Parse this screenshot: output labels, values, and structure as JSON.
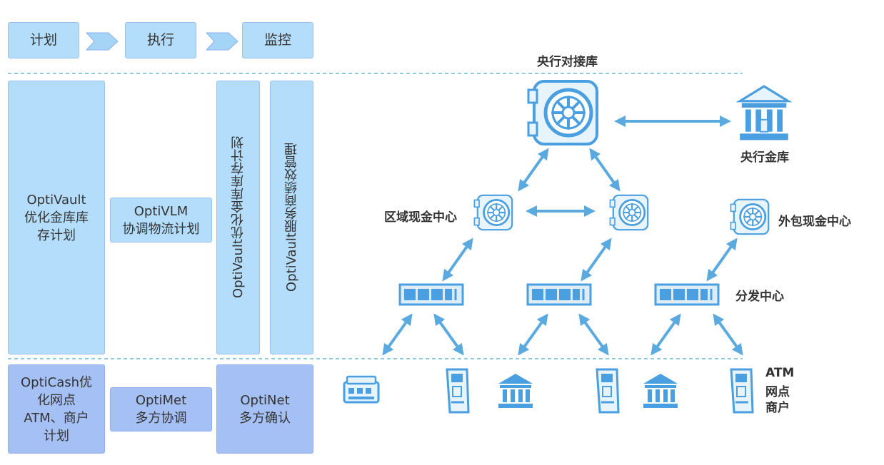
{
  "stages": {
    "plan": "计划",
    "execute": "执行",
    "monitor": "监控"
  },
  "modules": {
    "optivault_plan": [
      "OptiVault",
      "优化金库库",
      "存计划"
    ],
    "optivlm": [
      "OptiVLM",
      "协调物流计划"
    ],
    "optivault_vertical": "OptiVault优化金库库存计划",
    "optivault_service": "OptiVault服务商绩效管理",
    "opticash": [
      "OptiCash优",
      "化网点",
      "ATM、商户",
      "计划"
    ],
    "optimet": [
      "OptiMet",
      "多方协调"
    ],
    "optinet": [
      "OptiNet",
      "多方确认"
    ]
  },
  "network": {
    "central_db": "央行对接库",
    "central_vault": "央行金库",
    "regional_center": "区域现金中心",
    "outsourced_center": "外包现金中心",
    "distribution_center": "分发中心",
    "endpoints": [
      "ATM",
      "网点",
      "商户"
    ]
  },
  "colors": {
    "icon_blue": "#4a9fe0",
    "arrow_blue": "#5aa9df",
    "dash": "#66bbc8",
    "box_light": "#b3ddfa",
    "box_dark": "#a4c0f4"
  },
  "icons": {
    "vault_large": "vault-icon",
    "bank": "bank-icon",
    "vault_small": "vault-icon",
    "server": "server-rack-icon",
    "atm": "atm-icon",
    "branch": "bank-icon",
    "merchant": "shop-icon"
  }
}
